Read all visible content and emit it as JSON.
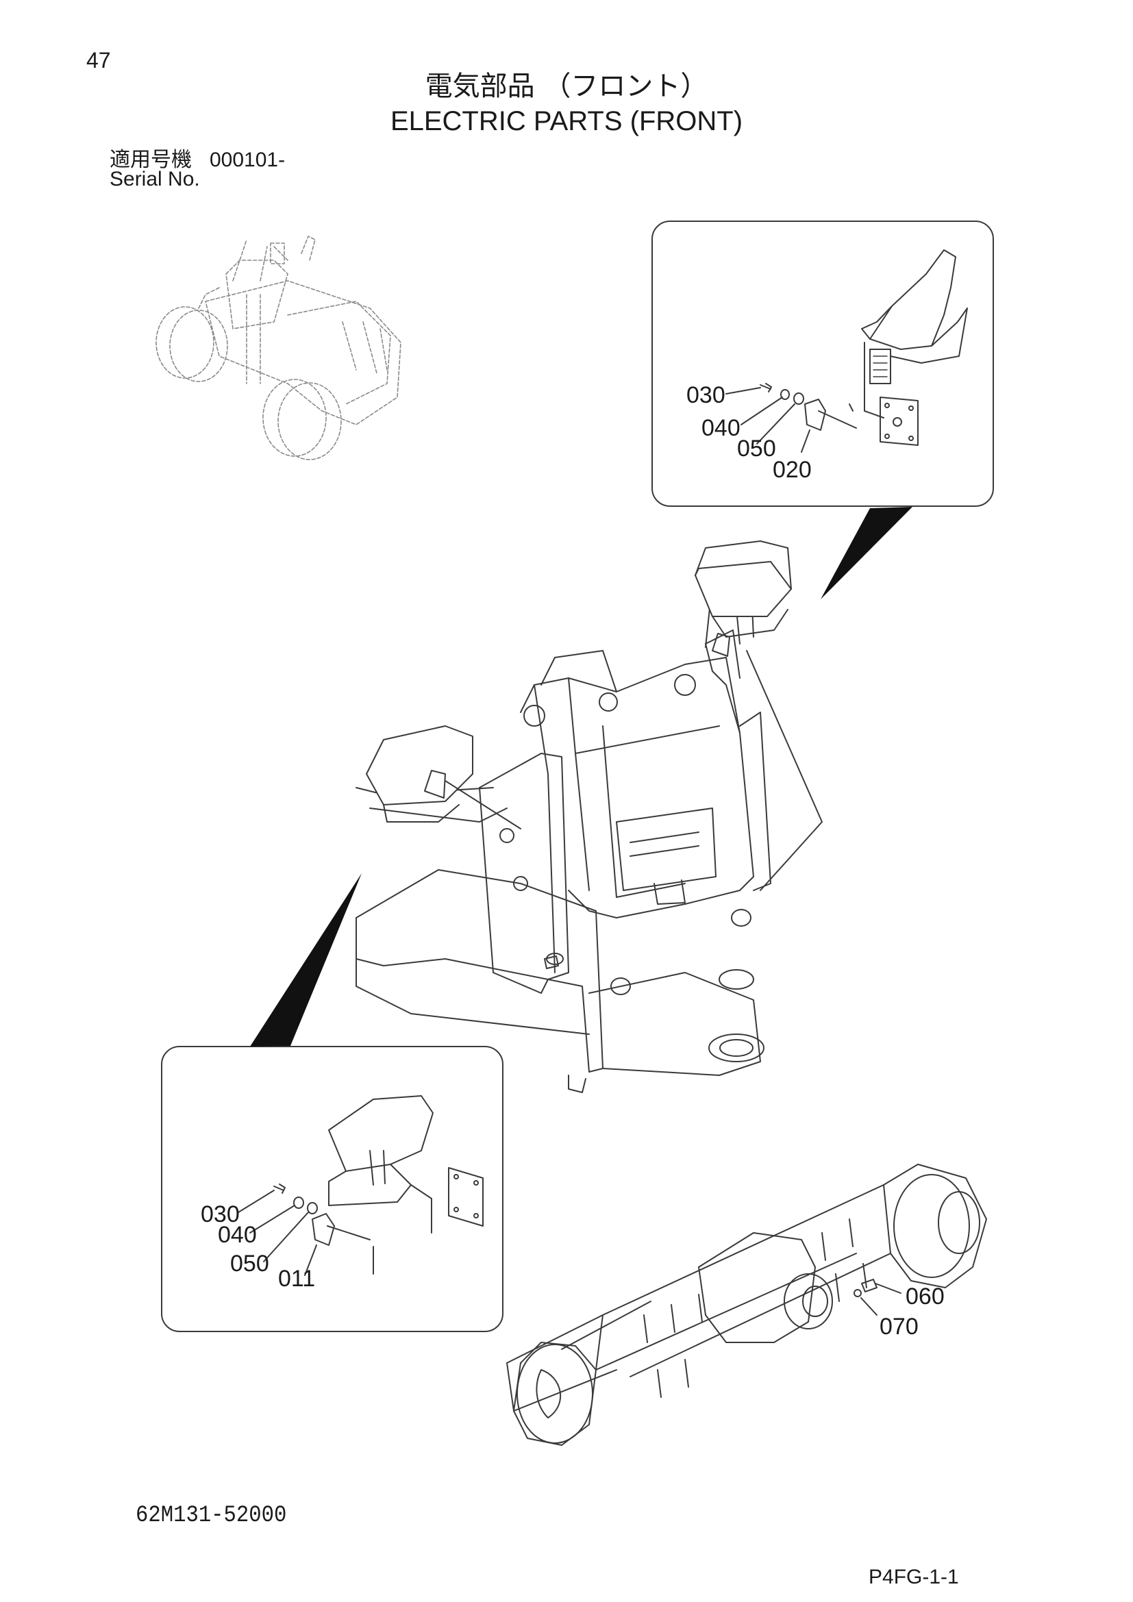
{
  "header": {
    "page_number": "47",
    "title_jp": "電気部品 （フロント）",
    "title_en": "ELECTRIC PARTS (FRONT)",
    "serial_label_jp": "適用号機",
    "serial_value": "000101-",
    "serial_label_en": "Serial No."
  },
  "callouts": {
    "detail_top": [
      "030",
      "040",
      "050",
      "020"
    ],
    "detail_left": [
      "030",
      "040",
      "050",
      "011"
    ],
    "axle": [
      "060",
      "070"
    ]
  },
  "footer": {
    "drawing_number": "62M131-52000",
    "sheet_code": "P4FG-1-1"
  }
}
